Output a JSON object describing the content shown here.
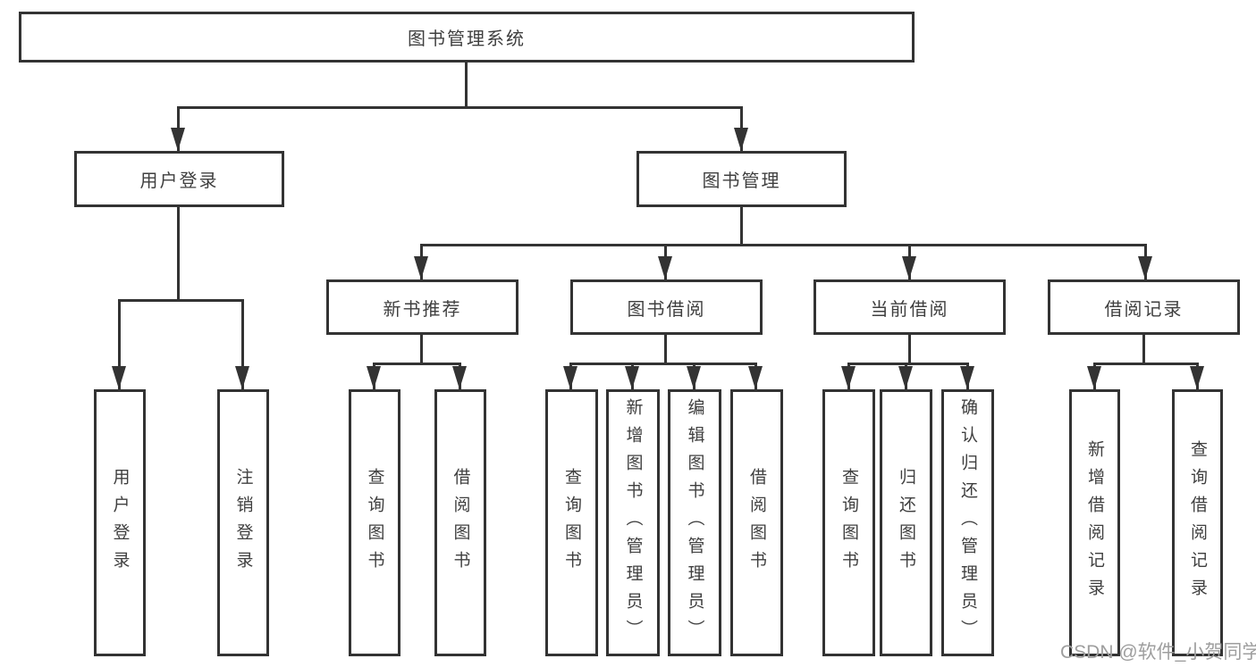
{
  "tree": {
    "root": "图书管理系统",
    "children": [
      {
        "label": "用户登录",
        "children": [
          "用户登录",
          "注销登录"
        ]
      },
      {
        "label": "图书管理",
        "children": [
          {
            "label": "新书推荐",
            "children": [
              "查询图书",
              "借阅图书"
            ]
          },
          {
            "label": "图书借阅",
            "children": [
              "查询图书",
              "新增图书（管理员）",
              "编辑图书（管理员）",
              "借阅图书"
            ]
          },
          {
            "label": "当前借阅",
            "children": [
              "查询图书",
              "归还图书",
              "确认归还（管理员）"
            ]
          },
          {
            "label": "借阅记录",
            "children": [
              "新增借阅记录",
              "查询借阅记录"
            ]
          }
        ]
      }
    ]
  },
  "watermark": {
    "text": "CSDN @软件_小贺同学"
  },
  "colors": {
    "line": "#333333",
    "text": "#3f3f3f",
    "watermark": "#9e9e9e",
    "background": "#ffffff"
  }
}
